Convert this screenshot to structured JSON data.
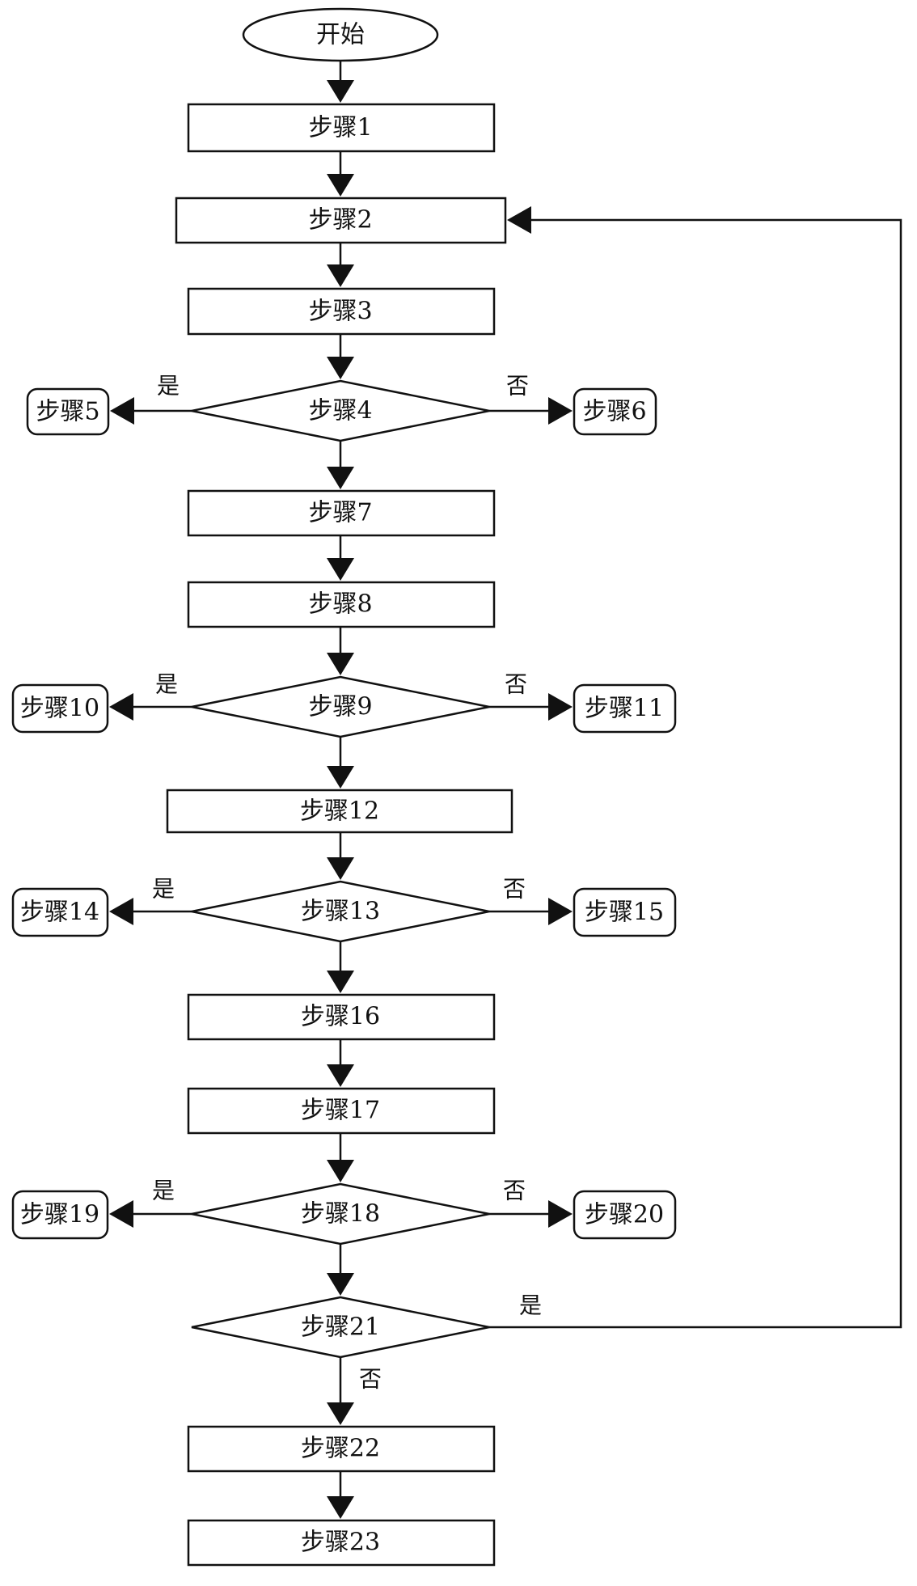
{
  "diagram": {
    "start": "开始",
    "steps": {
      "s1": "步骤1",
      "s2": "步骤2",
      "s3": "步骤3",
      "s4": "步骤4",
      "s5": "步骤5",
      "s6": "步骤6",
      "s7": "步骤7",
      "s8": "步骤8",
      "s9": "步骤9",
      "s10": "步骤10",
      "s11": "步骤11",
      "s12": "步骤12",
      "s13": "步骤13",
      "s14": "步骤14",
      "s15": "步骤15",
      "s16": "步骤16",
      "s17": "步骤17",
      "s18": "步骤18",
      "s19": "步骤19",
      "s20": "步骤20",
      "s21": "步骤21",
      "s22": "步骤22",
      "s23": "步骤23"
    },
    "yes": "是",
    "no": "否"
  }
}
